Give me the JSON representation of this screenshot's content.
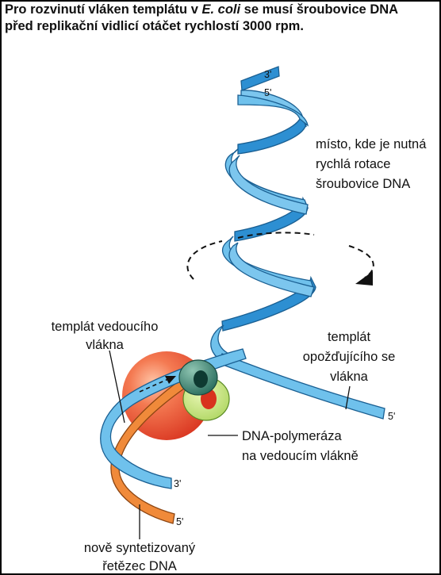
{
  "title": {
    "line1_prefix": "Pro rozvinutí vláken templátu v ",
    "line1_italic": "E. coli",
    "line1_suffix": " se musí šroubovice DNA",
    "line2": "před replikační vidlicí otáčet rychlostí 3000 rpm."
  },
  "labels": {
    "top_end_3": "3'",
    "top_end_5": "5'",
    "rotation_site": [
      "místo, kde je nutná",
      "rychlá rotace",
      "šroubovice DNA"
    ],
    "leading_template": [
      "templát vedoucího",
      "vlákna"
    ],
    "lagging_template": [
      "templát",
      "opožďujícího se",
      "vlákna"
    ],
    "lagging_end_5": "5'",
    "polymerase": [
      "DNA-polymeráza",
      "na vedoucím vlákně"
    ],
    "leading_end_3": "3'",
    "new_strand_end_5": "5'",
    "new_strand": [
      "nově syntetizovaný",
      "řetězec DNA"
    ]
  },
  "colors": {
    "strand_light": "#6fc1ec",
    "strand_dark": "#2d8fd2",
    "strand_edge": "#1a5f92",
    "new_strand": "#f08a3a",
    "polymerase": "#e8442c",
    "ring_dark": "#2e7a6a",
    "ring_light": "#bfe07a"
  }
}
